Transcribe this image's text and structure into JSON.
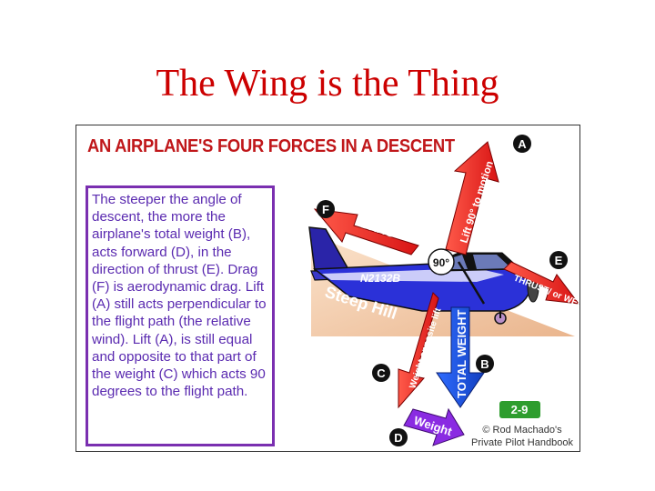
{
  "slide": {
    "title": "The Wing is the Thing"
  },
  "figure": {
    "heading": "AN AIRPLANE'S FOUR FORCES IN A DESCENT",
    "description": "The steeper the angle of descent, the more the airplane's total weight (B), acts forward (D), in the direction of thrust (E). Drag (F) is aerodynamic drag. Lift (A) still acts perpendicular to the flight path (the relative wind). Lift (A), is still equal and opposite to that part of the weight (C) which acts 90 degrees to the flight path.",
    "hill_label": "Steep Hill",
    "registration": "N2132B",
    "angle_label": "90°",
    "arrows": {
      "lift": "Lift 90° to motion",
      "drag": "DRAG",
      "thrust": "THRUST/ or WEIGHT",
      "weight_opposite_lift": "Weight opposite lift",
      "total_weight": "TOTAL WEIGHT",
      "weight": "Weight"
    },
    "markers": {
      "a": "A",
      "b": "B",
      "c": "C",
      "d": "D",
      "e": "E",
      "f": "F"
    },
    "figure_number": "2-9",
    "credit_line1": "© Rod Machado's",
    "credit_line2": "Private Pilot Handbook",
    "colors": {
      "title": "#cc0000",
      "heading": "#c0171a",
      "text": "#5a2ab0",
      "box_border": "#7a2fb0",
      "arrow_red": "#e02020",
      "arrow_blue": "#1f55e0",
      "arrow_purple": "#8a2be2",
      "hill": "#f1c9a6",
      "badge": "#2e9d2e"
    }
  }
}
